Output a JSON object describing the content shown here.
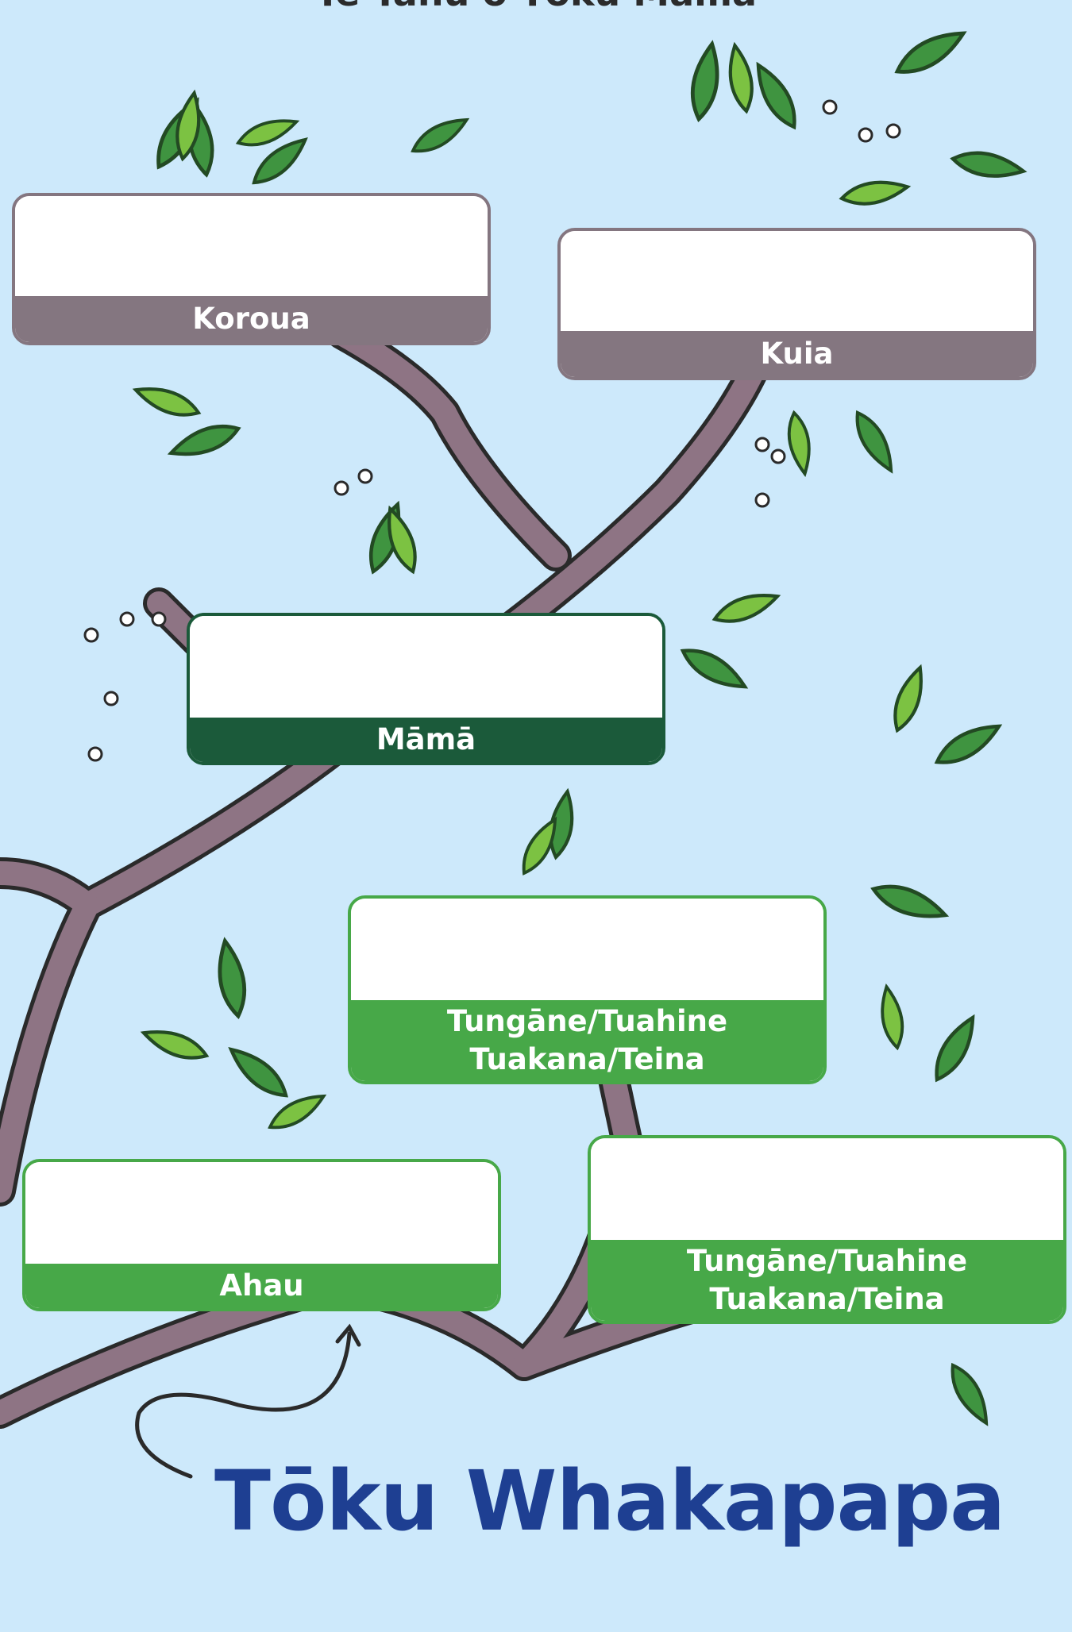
{
  "page": {
    "top_title": "Te Tahu o Tōku Māmā",
    "main_title": "Tōku Whakapapa"
  },
  "cards": {
    "koroua": {
      "label": "Koroua"
    },
    "kuia": {
      "label": "Kuia"
    },
    "mama": {
      "label": "Māmā"
    },
    "sibling1": {
      "line1": "Tungāne/Tuahine",
      "line2": "Tuakana/Teina"
    },
    "ahau": {
      "label": "Ahau"
    },
    "sibling2": {
      "line1": "Tungāne/Tuahine",
      "line2": "Tuakana/Teina"
    }
  },
  "colors": {
    "background": "#cde9fb",
    "grandparent_card": "#847680",
    "parent_card": "#1b5a3a",
    "self_sibling_card": "#47a848",
    "title": "#1e3f92",
    "branch": "#8e7484",
    "leaf_dark": "#3f9440",
    "leaf_light": "#7cc242"
  },
  "icons": [
    "family-tree-illustration",
    "curved-arrow-icon"
  ]
}
